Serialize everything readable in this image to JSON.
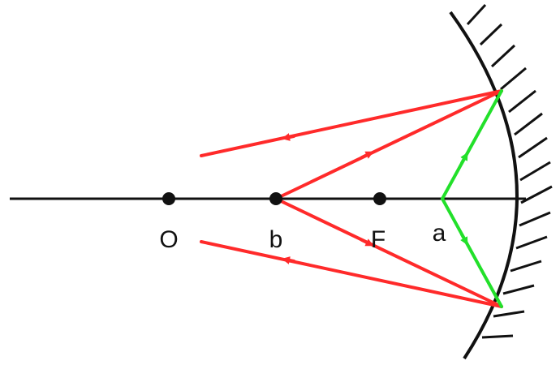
{
  "labels": {
    "point_o": "O",
    "point_b": "b",
    "point_f": "F",
    "point_a": "a"
  },
  "colors": {
    "axis": "#111111",
    "mirror": "#111111",
    "red_ray": "#ff2a2a",
    "green_ray": "#22e02a",
    "point": "#111111"
  },
  "icons": {
    "mirror_hatch": "hatch-lines",
    "ray_direction": "arrowhead"
  }
}
